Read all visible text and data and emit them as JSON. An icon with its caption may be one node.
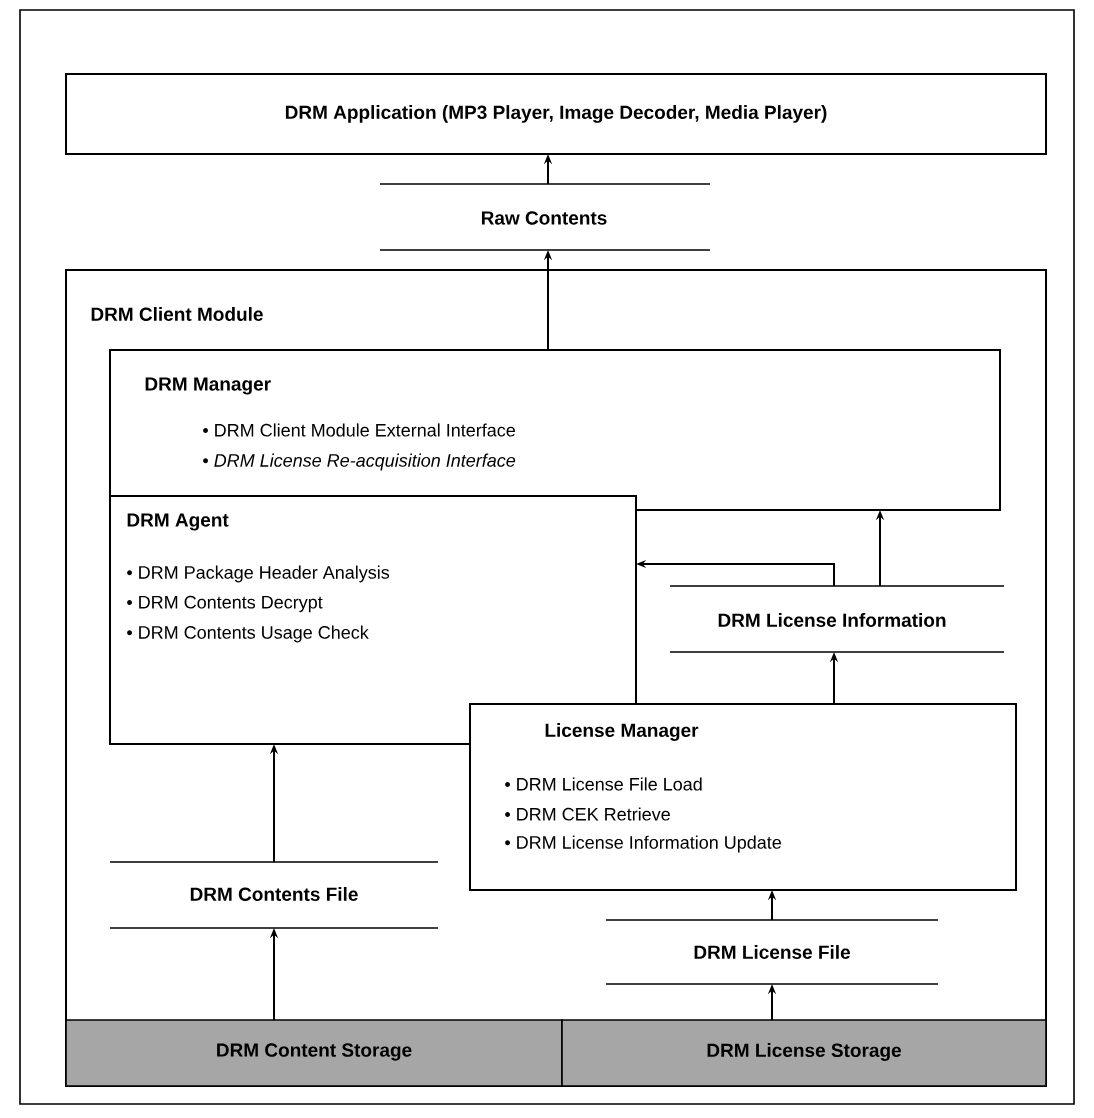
{
  "diagram": {
    "nodes": [
      {
        "text": [
          "DRM Application (MP3 Player, Image Decoder, Media Player)"
        ]
      },
      {
        "text": [
          "Raw Contents"
        ]
      },
      {
        "text": [
          "DRM Client Module"
        ]
      },
      {
        "text": [
          "DRM Manager",
          "• DRM Client Module External Interface",
          "• *DRM License Re-acquisition Interface*"
        ],
        "in": 2
      },
      {
        "text": [
          "DRM Agent",
          "• DRM Package Header Analysis",
          "• DRM Contents Decrypt",
          "• DRM Contents Usage Check"
        ],
        "in": 2
      },
      {
        "text": [
          "DRM License Information"
        ],
        "in": 2
      },
      {
        "text": [
          "License Manager",
          "• DRM License File Load",
          "• DRM CEK Retrieve",
          "• DRM License Information Update"
        ],
        "in": 2
      },
      {
        "text": [
          "DRM Contents File"
        ],
        "in": 2
      },
      {
        "text": [
          "DRM License File"
        ],
        "in": 2
      },
      {
        "text": [
          "DRM Content Storage"
        ],
        "in": 2
      },
      {
        "text": [
          "DRM License Storage"
        ],
        "in": 2
      }
    ],
    "edges": [
      {
        "from": 1,
        "to": 0,
        "arrow": "to"
      },
      {
        "from": 3,
        "to": 1,
        "arrow": "to"
      },
      {
        "from": 5,
        "to": 4,
        "arrow": "to"
      },
      {
        "from": 5,
        "to": 3,
        "arrow": "to"
      },
      {
        "from": 6,
        "to": 5,
        "arrow": "to"
      },
      {
        "from": 7,
        "to": 4,
        "arrow": "to"
      },
      {
        "from": 9,
        "to": 7,
        "arrow": "to"
      },
      {
        "from": 8,
        "to": 6,
        "arrow": "to"
      },
      {
        "from": 10,
        "to": 8,
        "arrow": "to"
      }
    ]
  }
}
